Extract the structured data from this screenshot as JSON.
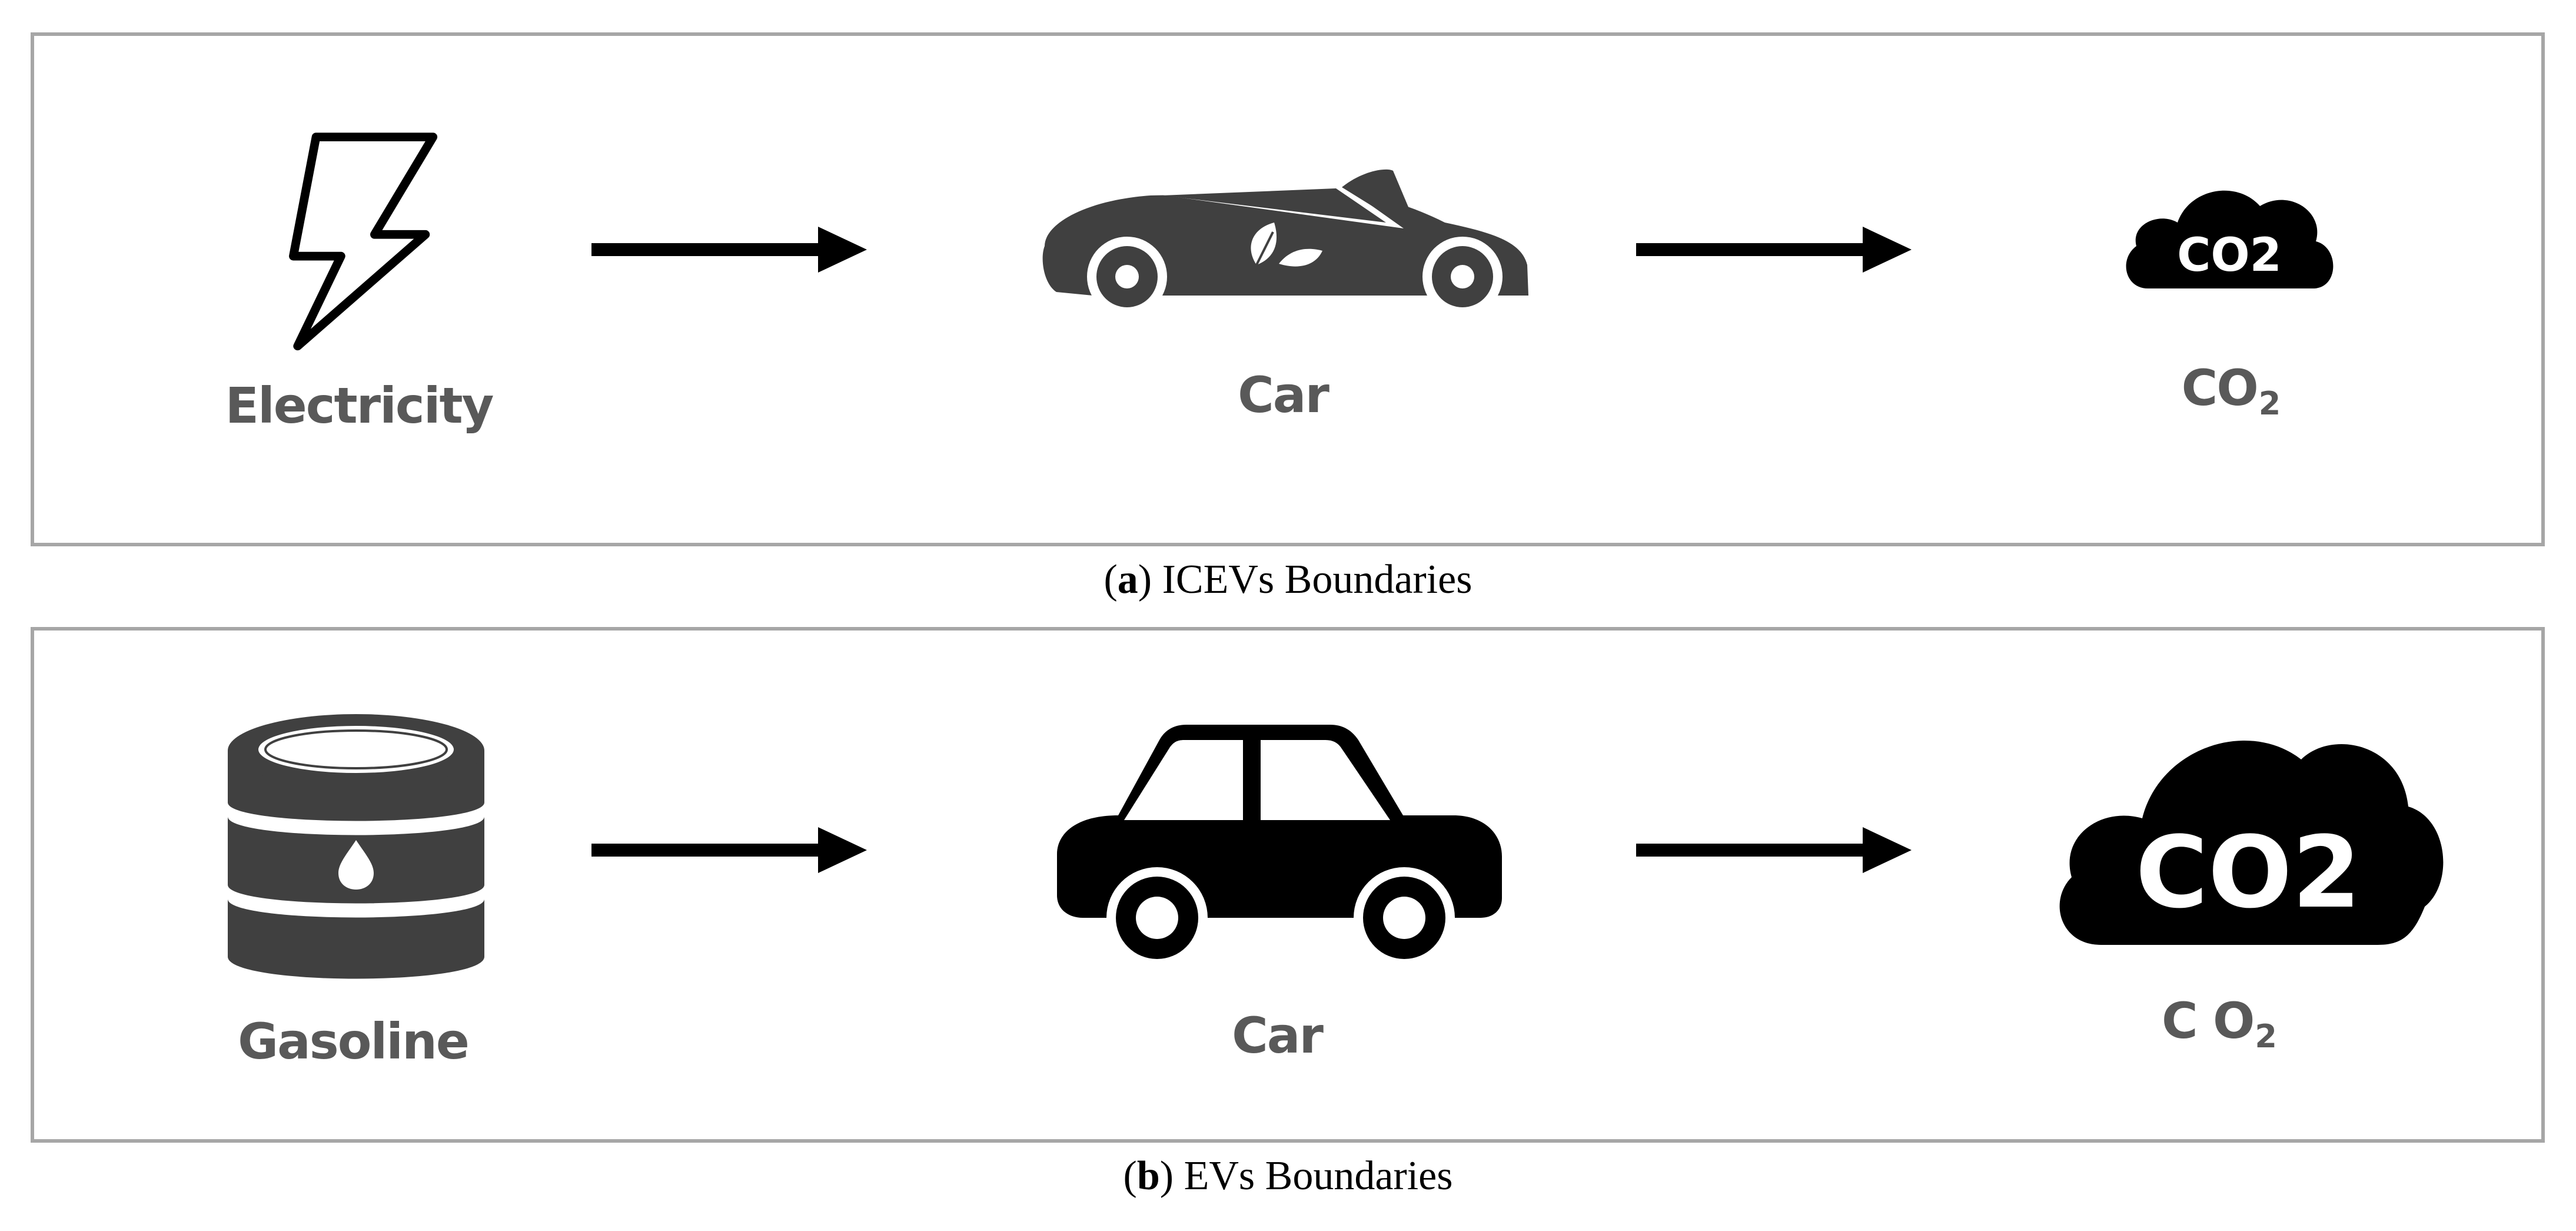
{
  "panels": [
    {
      "id": "a",
      "caption_letter": "a",
      "caption_text": "ICEVs Boundaries",
      "source_label": "Electricity",
      "vehicle_label": "Car",
      "emission_label_main": "CO",
      "emission_label_sub": "2",
      "cloud_text": "CO2",
      "icons": [
        "lightning-bolt-icon",
        "eco-car-icon",
        "co2-cloud-icon"
      ]
    },
    {
      "id": "b",
      "caption_letter": "b",
      "caption_text": "EVs Boundaries",
      "source_label": "Gasoline",
      "vehicle_label": "Car",
      "emission_label_main": "C O",
      "emission_label_sub": "2",
      "cloud_text": "CO2",
      "icons": [
        "oil-barrel-icon",
        "car-icon",
        "co2-cloud-icon"
      ]
    }
  ],
  "colors": {
    "border": "#a6a6a6",
    "label": "#595959",
    "icon_dark": "#404040",
    "icon_black": "#000000"
  }
}
